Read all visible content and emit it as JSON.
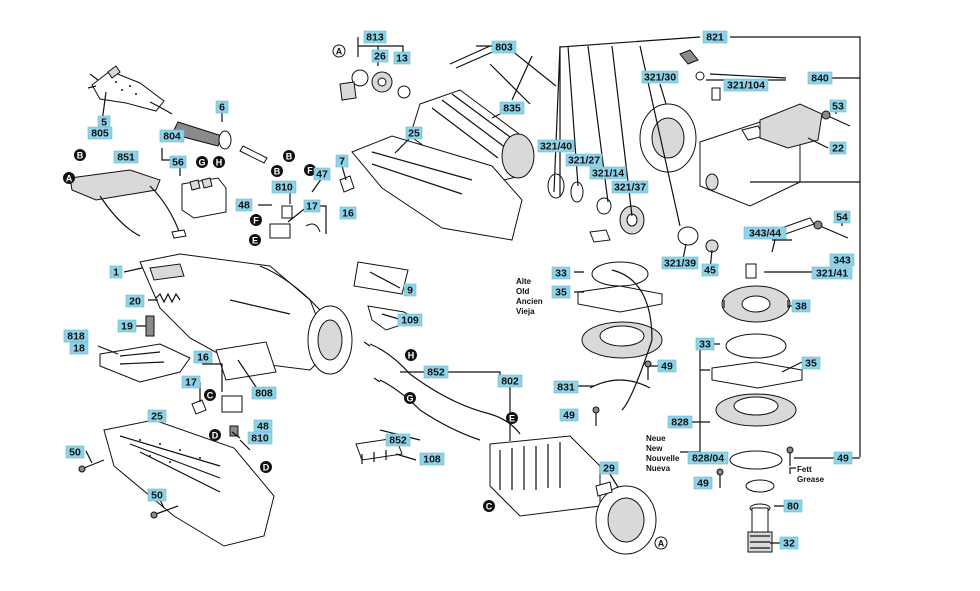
{
  "labels": {
    "l813": "813",
    "l803": "803",
    "l821": "821",
    "l26": "26",
    "l13": "13",
    "l835": "835",
    "l321_30": "321/30",
    "l840": "840",
    "l321_104": "321/104",
    "l53": "53",
    "l22": "22",
    "l6": "6",
    "l5": "5",
    "l805": "805",
    "l804": "804",
    "l851": "851",
    "l56": "56",
    "l25a": "25",
    "l321_40": "321/40",
    "l321_27": "321/27",
    "l321_14": "321/14",
    "l321_37": "321/37",
    "l7": "7",
    "l47": "47",
    "l810a": "810",
    "l48a": "48",
    "l17a": "17",
    "l16a": "16",
    "l54": "54",
    "l343_44": "343/44",
    "l343": "343",
    "l321_39": "321/39",
    "l45": "45",
    "l321_41": "321/41",
    "l1": "1",
    "l9": "9",
    "l20": "20",
    "l109": "109",
    "l33a": "33",
    "l35a": "35",
    "l38": "38",
    "l19": "19",
    "l818": "818",
    "l18": "18",
    "l33b": "33",
    "l35b": "35",
    "l49a": "49",
    "l16b": "16",
    "l17b": "17",
    "l808": "808",
    "l852a": "852",
    "l802": "802",
    "l831": "831",
    "l49b": "49",
    "l48b": "48",
    "l810b": "810",
    "l828": "828",
    "l25b": "25",
    "l852b": "852",
    "l50a": "50",
    "l108": "108",
    "l828_04": "828/04",
    "l49c": "49",
    "l29": "29",
    "l49d": "49",
    "l50b": "50",
    "l80": "80",
    "l32": "32"
  },
  "letters": {
    "A1": "A",
    "A2": "A",
    "A3": "A",
    "B1": "B",
    "B2": "B",
    "B3": "B",
    "C1": "C",
    "C2": "C",
    "D1": "D",
    "D2": "D",
    "E1": "E",
    "E2": "E",
    "F1": "F",
    "F2": "F",
    "G1": "G",
    "G2": "G",
    "H1": "H",
    "H2": "H"
  },
  "language_notes": {
    "old": [
      "Alte",
      "Old",
      "Ancien",
      "Vieja"
    ],
    "new": [
      "Neue",
      "New",
      "Nouvelle",
      "Nueva"
    ],
    "grease": [
      "Fett",
      "Grease"
    ]
  }
}
